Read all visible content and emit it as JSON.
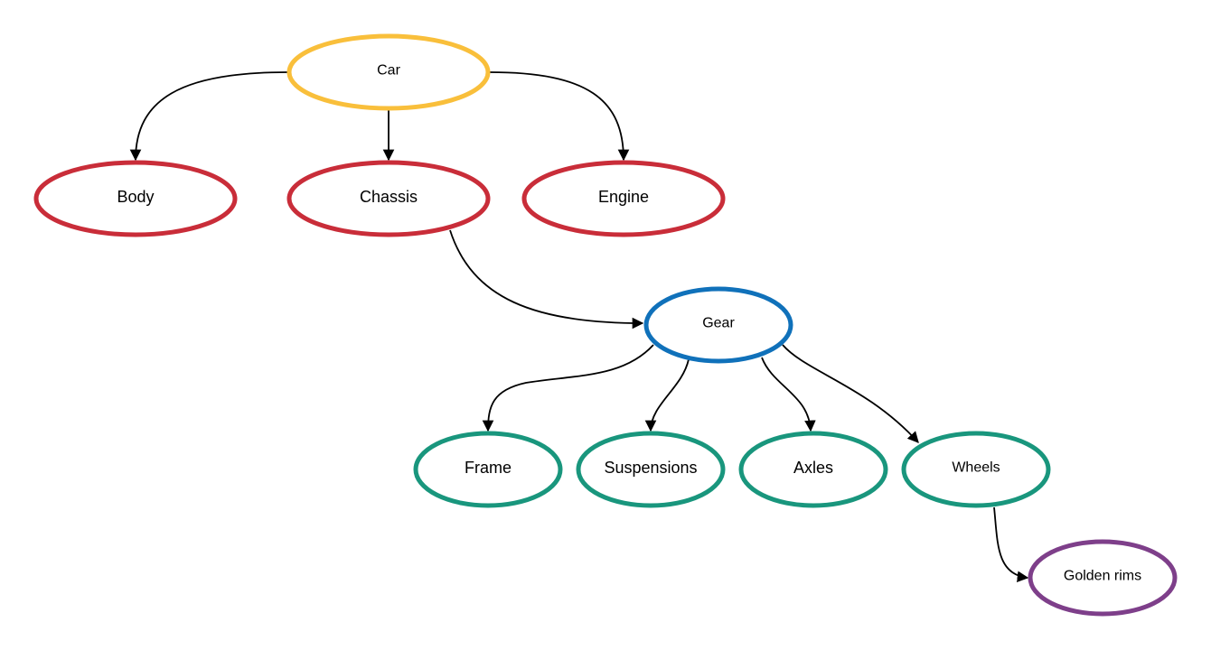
{
  "colors": {
    "root": "#F9BF3B",
    "level1": "#C92D39",
    "gear": "#1071BA",
    "parts": "#19967D",
    "accessory": "#7E3F8A",
    "edge": "#000000"
  },
  "nodes": {
    "car": {
      "label": "Car"
    },
    "body": {
      "label": "Body"
    },
    "chassis": {
      "label": "Chassis"
    },
    "engine": {
      "label": "Engine"
    },
    "gear": {
      "label": "Gear"
    },
    "frame": {
      "label": "Frame"
    },
    "suspensions": {
      "label": "Suspensions"
    },
    "axles": {
      "label": "Axles"
    },
    "wheels": {
      "label": "Wheels"
    },
    "golden_rims": {
      "label": "Golden rims"
    }
  },
  "edges": [
    {
      "from": "car",
      "to": "body"
    },
    {
      "from": "car",
      "to": "chassis"
    },
    {
      "from": "car",
      "to": "engine"
    },
    {
      "from": "chassis",
      "to": "gear"
    },
    {
      "from": "gear",
      "to": "frame"
    },
    {
      "from": "gear",
      "to": "suspensions"
    },
    {
      "from": "gear",
      "to": "axles"
    },
    {
      "from": "gear",
      "to": "wheels"
    },
    {
      "from": "wheels",
      "to": "golden_rims"
    }
  ]
}
